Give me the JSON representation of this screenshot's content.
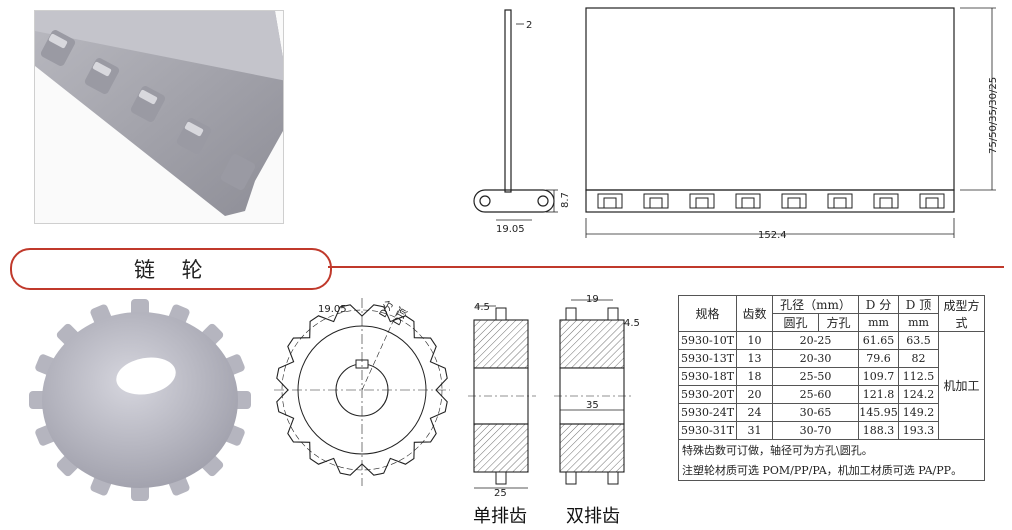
{
  "section": {
    "title": "链 轮"
  },
  "chain_drawing": {
    "thickness": "2",
    "pitch": "19.05",
    "height": "8.7",
    "width": "152.4",
    "lengths": "75/50/35/30/25"
  },
  "sprocket_drawing": {
    "pitch": "19.05",
    "d_fen": "D分",
    "d_ding": "D顶",
    "single_width": "4.5",
    "single_hub": "25",
    "double_width": "4.5",
    "double_gap": "19",
    "double_hub": "35",
    "single_caption": "单排齿",
    "double_caption": "双排齿"
  },
  "table": {
    "header": {
      "spec": "规格",
      "teeth": "齿数",
      "bore": "孔径（mm）",
      "round": "圆孔",
      "square": "方孔",
      "d_fen": "D 分",
      "d_ding": "D 顶",
      "unit": "mm",
      "method": "成型方式"
    },
    "rows": [
      {
        "spec": "5930-10T",
        "teeth": "10",
        "bore": "20-25",
        "d_fen": "61.65",
        "d_ding": "63.5"
      },
      {
        "spec": "5930-13T",
        "teeth": "13",
        "bore": "20-30",
        "d_fen": "79.6",
        "d_ding": "82"
      },
      {
        "spec": "5930-18T",
        "teeth": "18",
        "bore": "25-50",
        "d_fen": "109.7",
        "d_ding": "112.5"
      },
      {
        "spec": "5930-20T",
        "teeth": "20",
        "bore": "25-60",
        "d_fen": "121.8",
        "d_ding": "124.2"
      },
      {
        "spec": "5930-24T",
        "teeth": "24",
        "bore": "30-65",
        "d_fen": "145.95",
        "d_ding": "149.2"
      },
      {
        "spec": "5930-31T",
        "teeth": "31",
        "bore": "30-70",
        "d_fen": "188.3",
        "d_ding": "193.3"
      }
    ],
    "method_value": "机加工",
    "note1": "特殊齿数可订做，轴径可为方孔\\圆孔。",
    "note2": "注塑轮材质可选 POM/PP/PA，机加工材质可选 PA/PP。"
  }
}
